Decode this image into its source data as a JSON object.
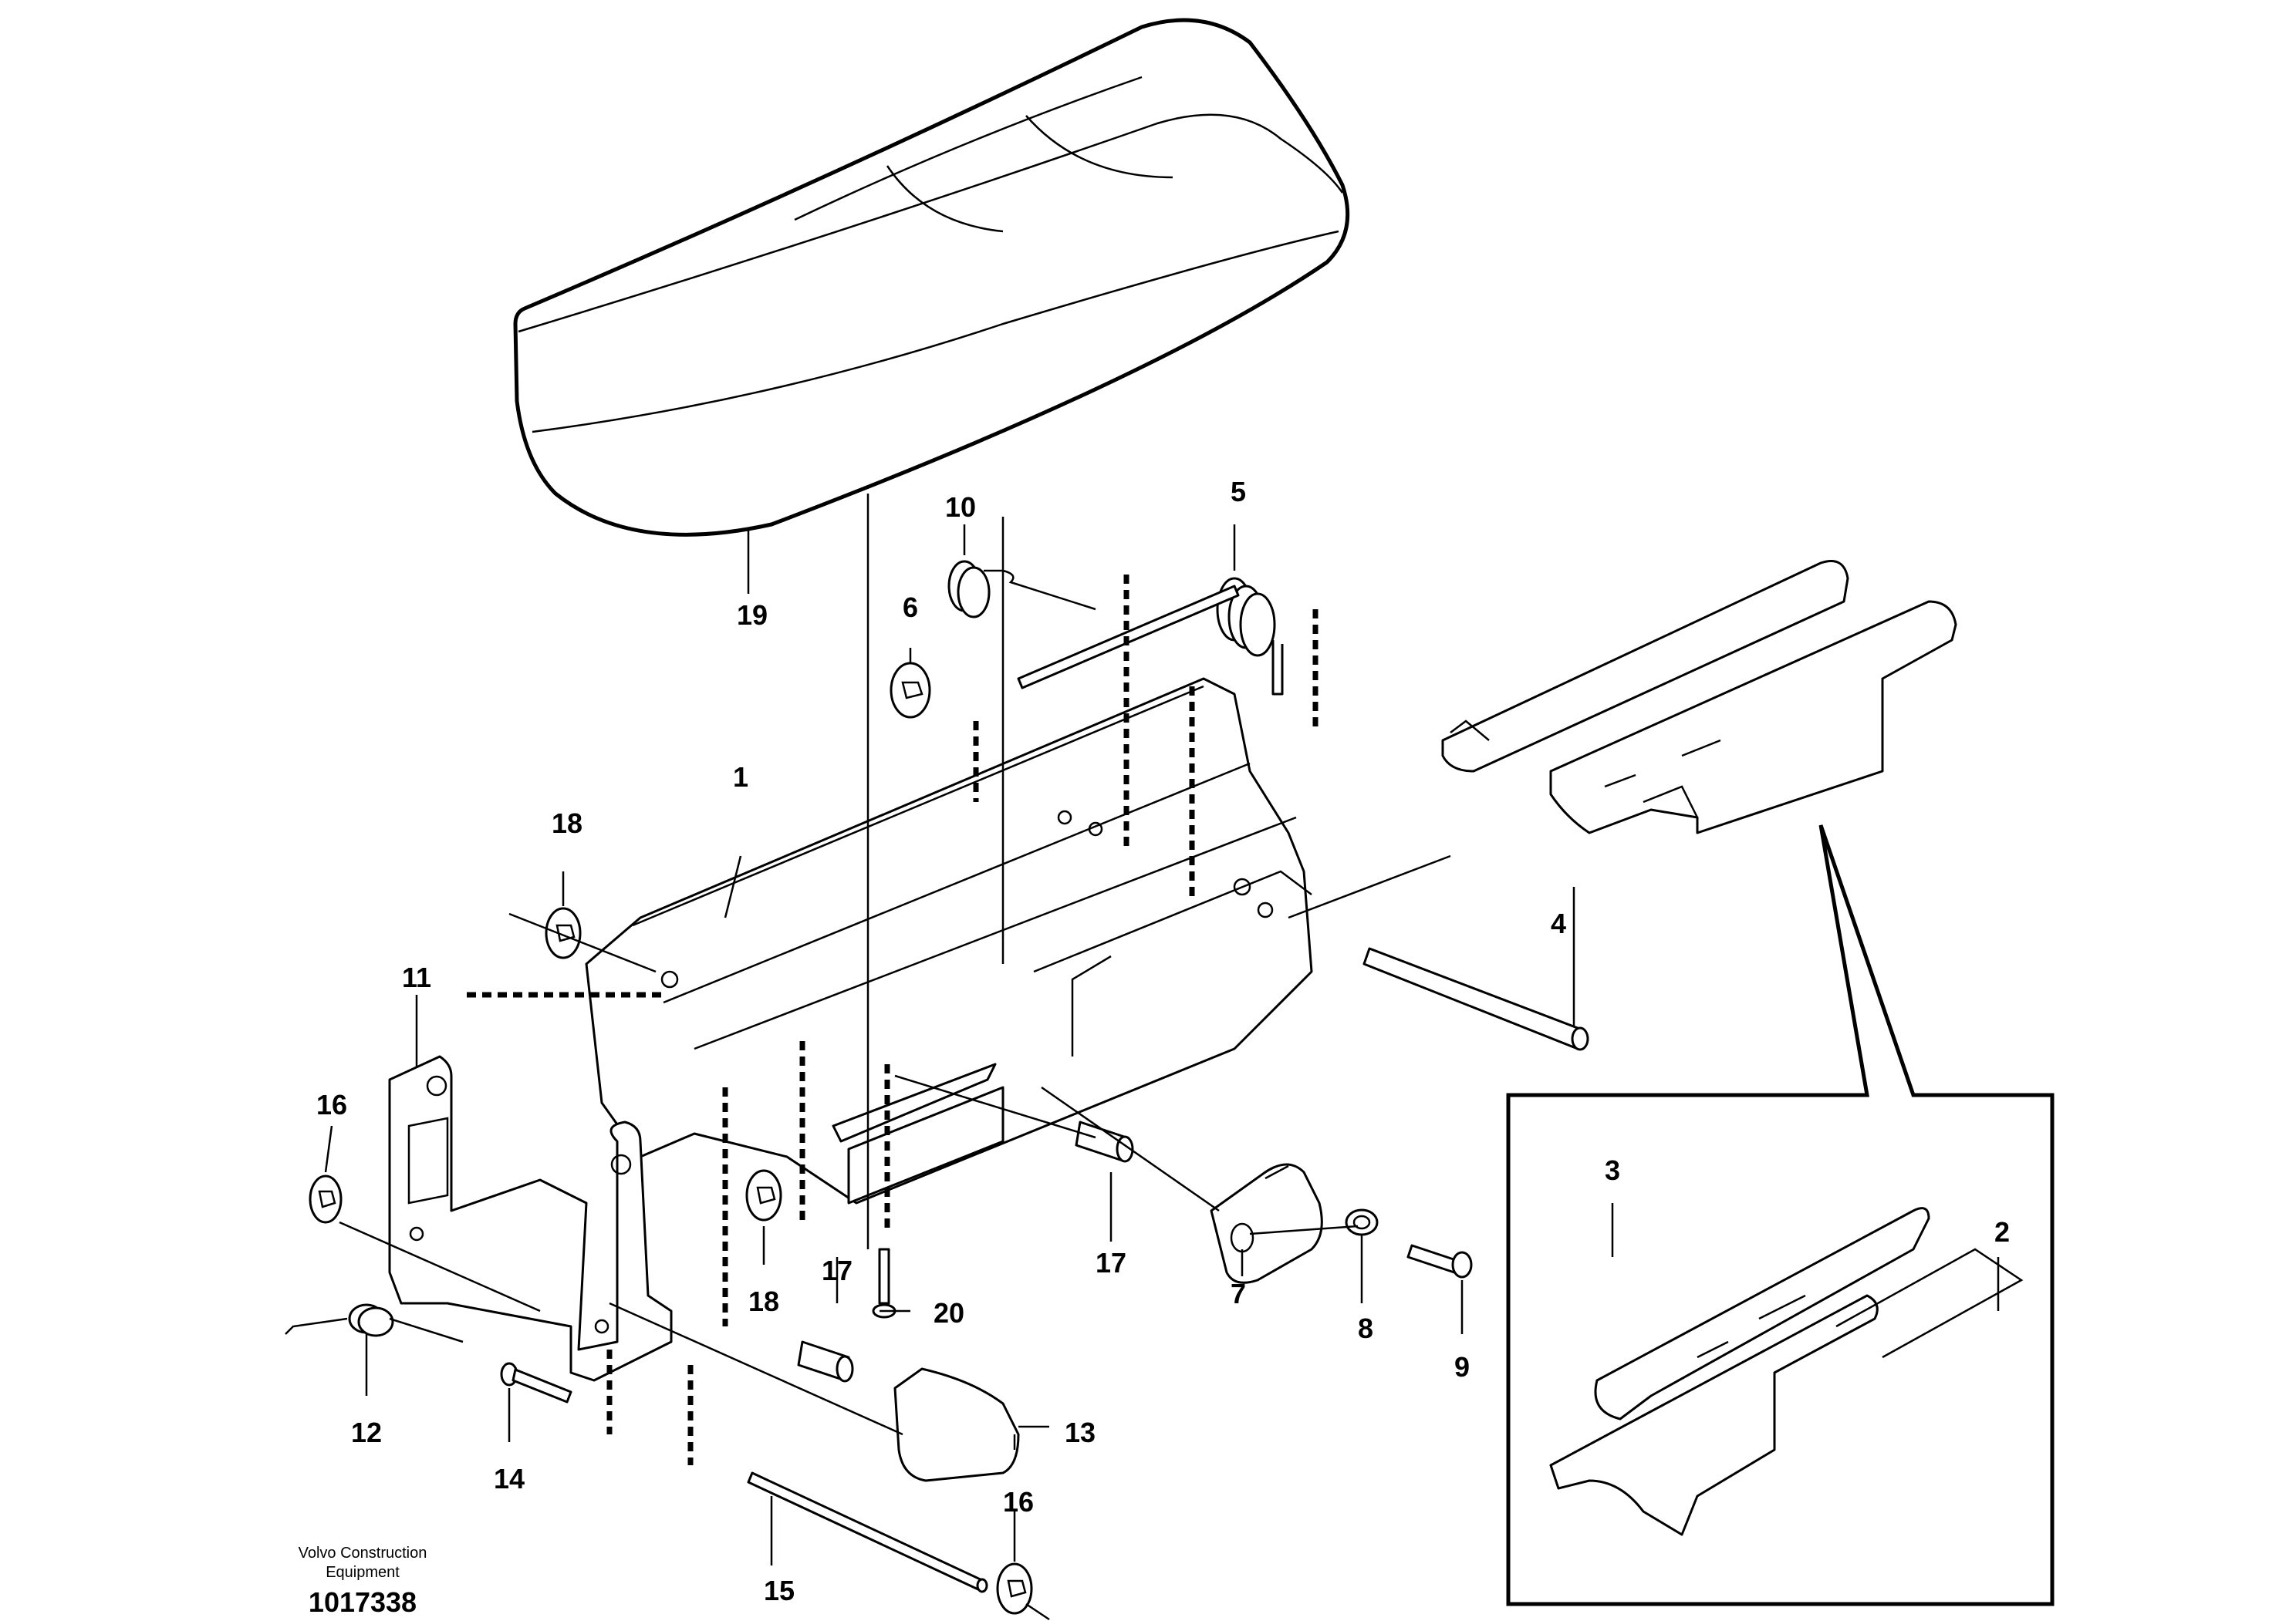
{
  "parts": {
    "p1": "1",
    "p2": "2",
    "p3": "3",
    "p4": "4",
    "p5": "5",
    "p6": "6",
    "p7": "7",
    "p8": "8",
    "p9": "9",
    "p10": "10",
    "p11": "11",
    "p12": "12",
    "p13": "13",
    "p14": "14",
    "p15": "15",
    "p16a": "16",
    "p16b": "16",
    "p17a": "17",
    "p17b": "17",
    "p18a": "18",
    "p18b": "18",
    "p19": "19",
    "p20": "20"
  },
  "footer": {
    "company_line1": "Volvo Construction",
    "company_line2": "Equipment",
    "drawing_id": "1017338"
  }
}
